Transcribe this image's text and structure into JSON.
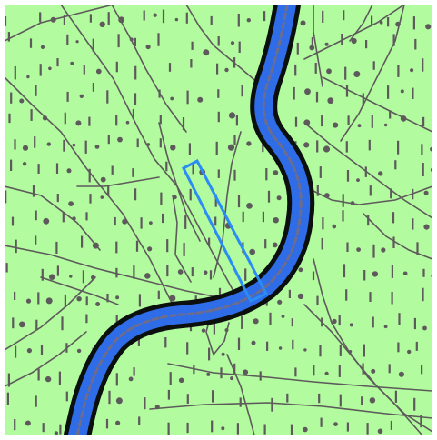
{
  "map": {
    "style": "topographic",
    "colors": {
      "land": "#b2fb9e",
      "river_fill": "#2f6ce8",
      "river_bank": "#0b0f0d",
      "river_highlight": "#6c6c8c",
      "linework": "#5e5a5c",
      "highlight_outline": "#2a8cf4"
    },
    "symbols": [
      "marsh-tick-symbol",
      "tree-dot-symbol"
    ],
    "features": {
      "river": {
        "name": "",
        "type": "river"
      },
      "highlighted_area": {
        "type": "rectangle",
        "outline": "blue"
      },
      "paths": {
        "type": "tracks"
      }
    }
  }
}
